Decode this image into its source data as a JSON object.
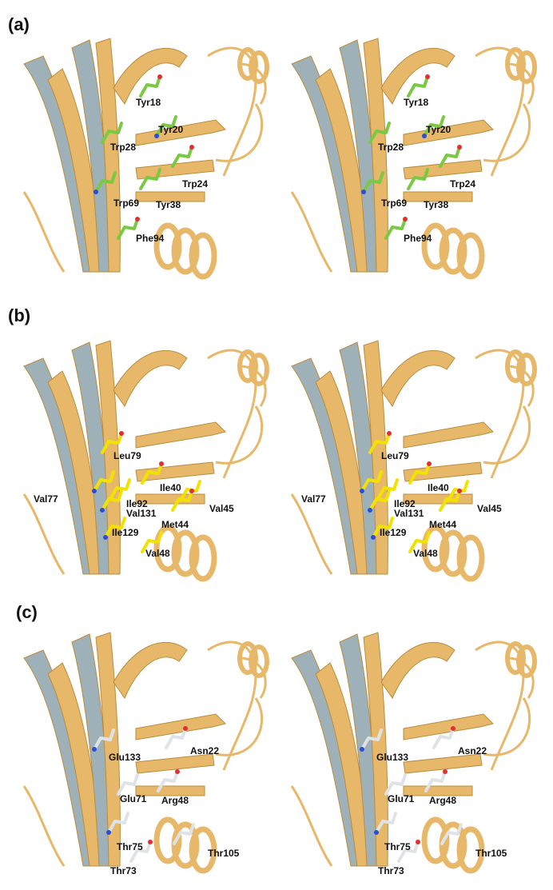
{
  "figure": {
    "panels": [
      {
        "label": "(a)",
        "theme": "aromatic",
        "stick_color": "#7ac943",
        "residues": [
          "Tyr18",
          "Tyr20",
          "Trp28",
          "Trp24",
          "Trp69",
          "Tyr38",
          "Phe94"
        ]
      },
      {
        "label": "(b)",
        "theme": "hydrophobic",
        "stick_color": "#f2e200",
        "residues": [
          "Leu79",
          "Val77",
          "Ile92",
          "Ile40",
          "Val131",
          "Val45",
          "Met44",
          "Ile129",
          "Val48"
        ]
      },
      {
        "label": "(c)",
        "theme": "polar",
        "stick_color": "#dfe3e8",
        "residues": [
          "Asn22",
          "Glu133",
          "Glu71",
          "Arg48",
          "Thr75",
          "Thr105",
          "Thr73"
        ]
      }
    ],
    "colors": {
      "ribbon": "#e8b86a",
      "ribbon_dark": "#b98c3d",
      "ribbon_shadow": "#9fb1b8",
      "nitrogen": "#2a4fd6",
      "oxygen": "#e03030"
    }
  }
}
